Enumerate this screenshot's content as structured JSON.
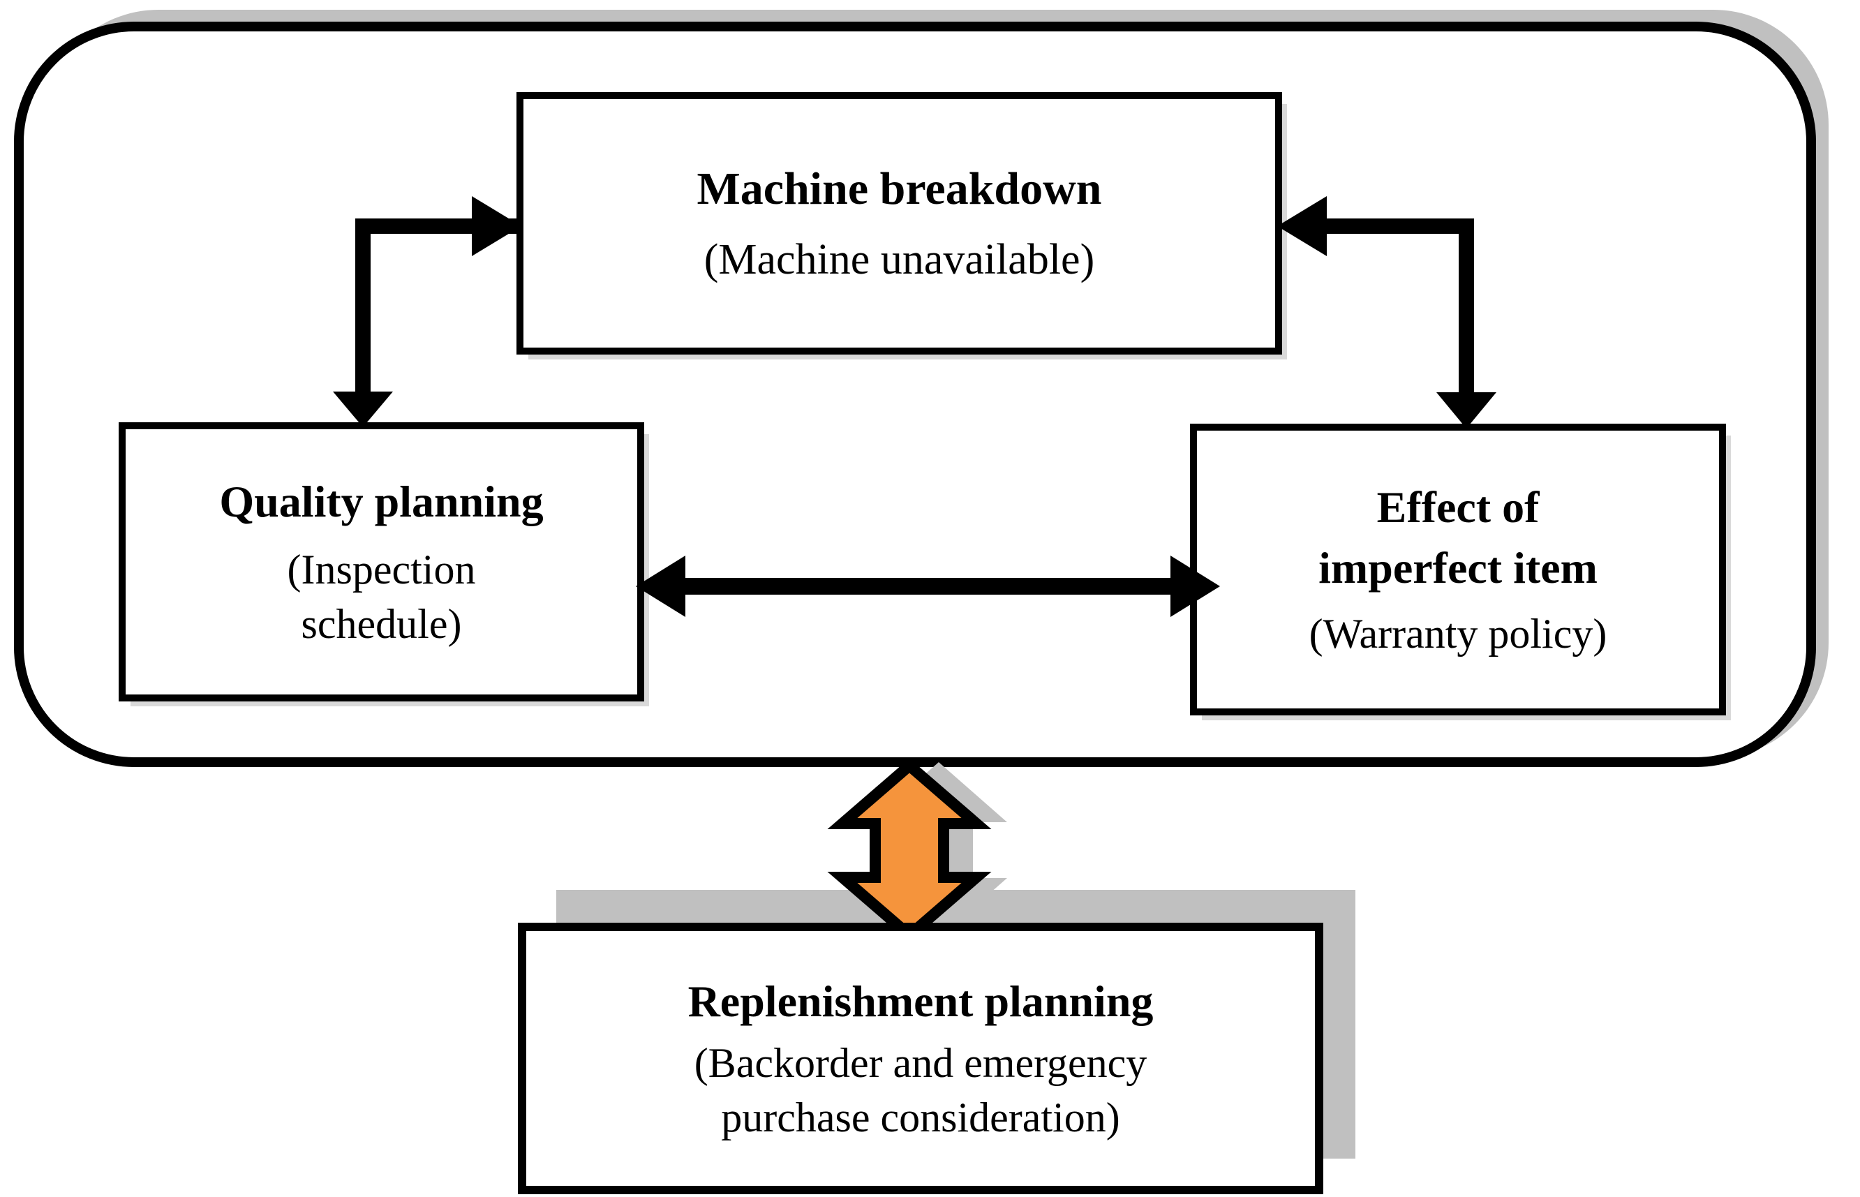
{
  "figure": {
    "kind": "block-diagram",
    "background_color": "#ffffff",
    "line_color": "#000000",
    "shadow_color": "#c0c0c0",
    "accent_color": "#f5943c"
  },
  "container": {
    "name": "integrated-planning-group",
    "shape": "rounded-rectangle",
    "shadow": true
  },
  "boxes": {
    "machine_breakdown": {
      "title": "Machine breakdown",
      "subtitle": "(Machine unavailable)"
    },
    "quality_planning": {
      "title": "Quality planning",
      "subtitle_line1": "(Inspection",
      "subtitle_line2": "schedule)"
    },
    "effect_imperfect_item": {
      "title_line1": "Effect of",
      "title_line2": "imperfect item",
      "subtitle": "(Warranty policy)"
    },
    "replenishment_planning": {
      "title": "Replenishment planning",
      "subtitle_line1": "(Backorder and emergency",
      "subtitle_line2": "purchase consideration)"
    }
  },
  "connectors": {
    "left_elbow": {
      "name": "quality-to-machine-elbow",
      "from": "Quality planning",
      "to": "Machine breakdown",
      "style": "bidirectional-elbow",
      "color": "#000000"
    },
    "right_elbow": {
      "name": "effect-to-machine-elbow",
      "from": "Effect of imperfect item",
      "to": "Machine breakdown",
      "style": "bidirectional-elbow",
      "color": "#000000"
    },
    "middle_horizontal": {
      "name": "quality-effect-double-arrow",
      "from": "Quality planning",
      "to": "Effect of imperfect item",
      "style": "double-headed-arrow",
      "color": "#000000"
    },
    "vertical_orange": {
      "name": "group-to-replenishment-double-arrow",
      "from": "Integrated planning group",
      "to": "Replenishment planning",
      "style": "double-headed-block-arrow",
      "fill": "#f5943c",
      "outline": "#000000",
      "shadow": "#c0c0c0"
    }
  }
}
